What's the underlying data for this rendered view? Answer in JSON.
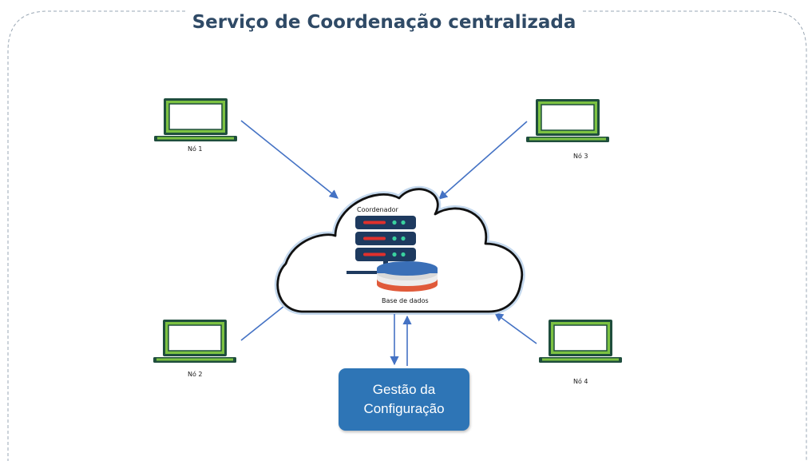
{
  "title": "Serviço de Coordenação centralizada",
  "coordinator_label": "Coordenador",
  "database_label": "Base de dados",
  "config_box": {
    "line1": "Gestão da",
    "line2": "Configuração"
  },
  "nodes": [
    {
      "label": "Nó 1"
    },
    {
      "label": "Nó 3"
    },
    {
      "label": "Nó 2"
    },
    {
      "label": "Nó 4"
    }
  ],
  "colors": {
    "arrow": "#4472c4",
    "laptop_frame": "#1f4e3d",
    "laptop_accent": "#7cc242",
    "server": "#1e3a5f",
    "server_light_red": "#e0302c",
    "server_light_green": "#3ad29f",
    "database_top": "#3a6fb7",
    "database_band": "#e05a3a",
    "config_box": "#2e75b6",
    "title": "#2f4a66"
  }
}
